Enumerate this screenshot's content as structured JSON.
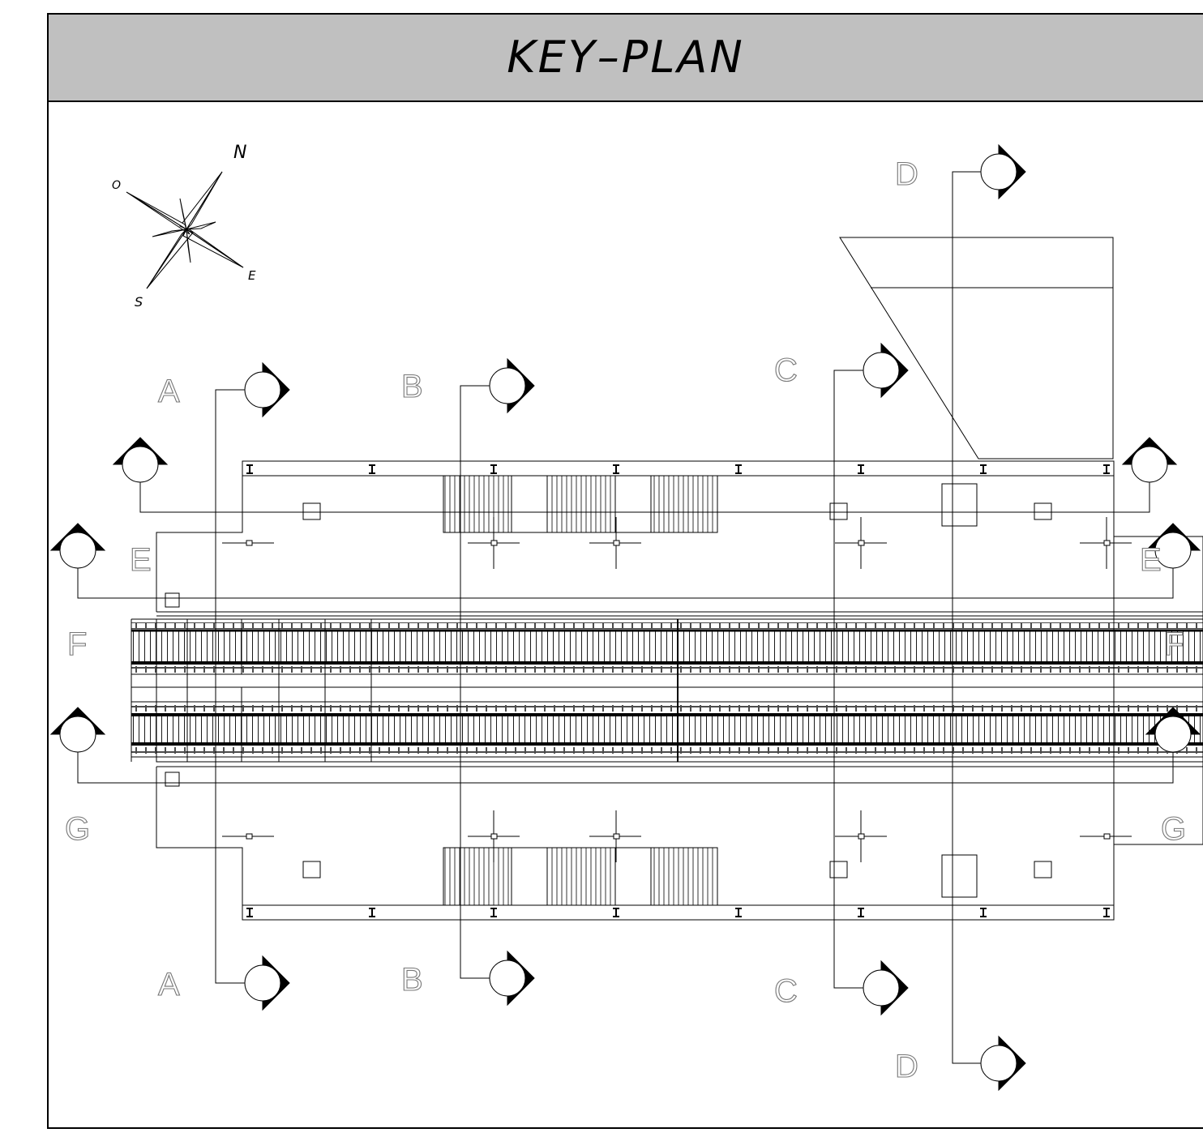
{
  "title": "KEY–PLAN",
  "compass": {
    "north": "N",
    "east": "E",
    "south": "S",
    "west": "O"
  },
  "sections": {
    "A": "A",
    "B": "B",
    "C": "C",
    "D": "D",
    "E": "E",
    "F": "F",
    "G": "G"
  },
  "colors": {
    "title_bar": "#c0c0c0",
    "line": "#000000",
    "label_stroke": "#777777"
  },
  "icons": [
    "compass-rose-icon",
    "section-marker-icon",
    "column-marker-icon"
  ]
}
